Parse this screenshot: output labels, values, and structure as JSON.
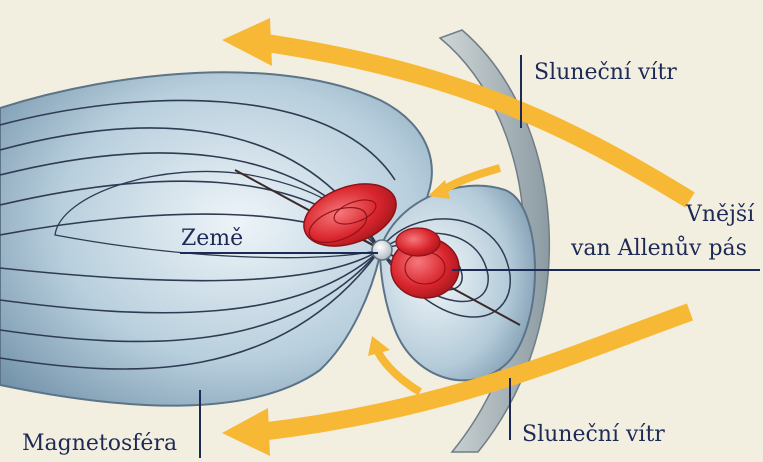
{
  "labels": {
    "solar_wind_top": "Sluneční vítr",
    "outer_belt_line1": "Vnější",
    "outer_belt_line2": "van Allenův pás",
    "earth": "Země",
    "solar_wind_bottom": "Sluneční vítr",
    "magnetosphere": "Magnetosféra"
  },
  "colors": {
    "background": "#f3efe0",
    "label_text": "#1d2a55",
    "arrow": "#f7b935",
    "magnetosphere": "#a9c2d4",
    "field_lines": "#2f3b52",
    "belt": "#d3272d"
  },
  "icons": [
    "solar-wind-arrow",
    "earth-globe",
    "van-allen-belt"
  ]
}
